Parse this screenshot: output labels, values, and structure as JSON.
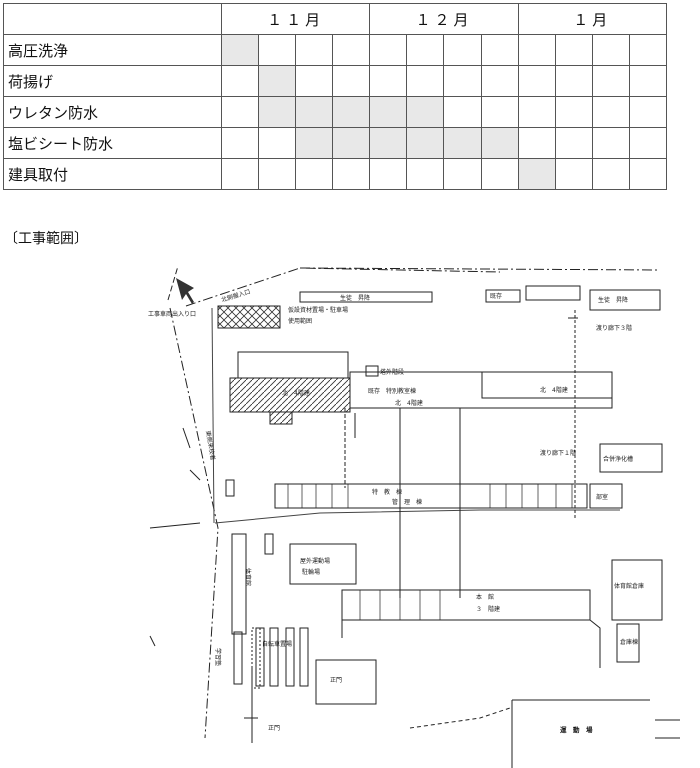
{
  "schedule": {
    "months": [
      "１１月",
      "１２月",
      "１月"
    ],
    "rows": [
      {
        "label": "高圧洗浄",
        "on": [
          0
        ]
      },
      {
        "label": "荷揚げ",
        "on": [
          1
        ]
      },
      {
        "label": "ウレタン防水",
        "on": [
          1,
          2,
          3,
          4,
          5
        ]
      },
      {
        "label": "塩ビシート防水",
        "on": [
          2,
          3,
          4,
          5,
          6,
          7
        ]
      },
      {
        "label": "建具取付",
        "on": [
          8
        ]
      }
    ]
  },
  "scope_heading": "〔工事範囲〕",
  "plan_labels": {
    "l01": "北側搬入口",
    "l02": "工事車両出入り口",
    "l03": "生徒　昇降",
    "l04": "生徒　昇降",
    "l05": "既存",
    "l06": "仮設資材置場・駐車場",
    "l07": "使用範囲",
    "l08": "塔外階段",
    "l09": "既存　特別教室棟",
    "l10": "北　4階建",
    "l11": "北　4階建",
    "l12": "渡り廊下３階",
    "l13": "渡り廊下１階",
    "l14": "合併浄化槽",
    "l15": "部室",
    "l16": "特　教　棟",
    "l17": "管　理　棟",
    "l18": "北　4階建",
    "l19": "屋外運動場",
    "l20": "駐輪場",
    "l21": "東側来校者",
    "l22": "体育館",
    "l23": "自転車置場",
    "l24": "学習塾",
    "l25": "本　館",
    "l26": "３　階建",
    "l27": "体育館倉庫",
    "l28": "倉庫棟",
    "l29": "正門",
    "l30": "運　動　場",
    "l31": "正門"
  }
}
